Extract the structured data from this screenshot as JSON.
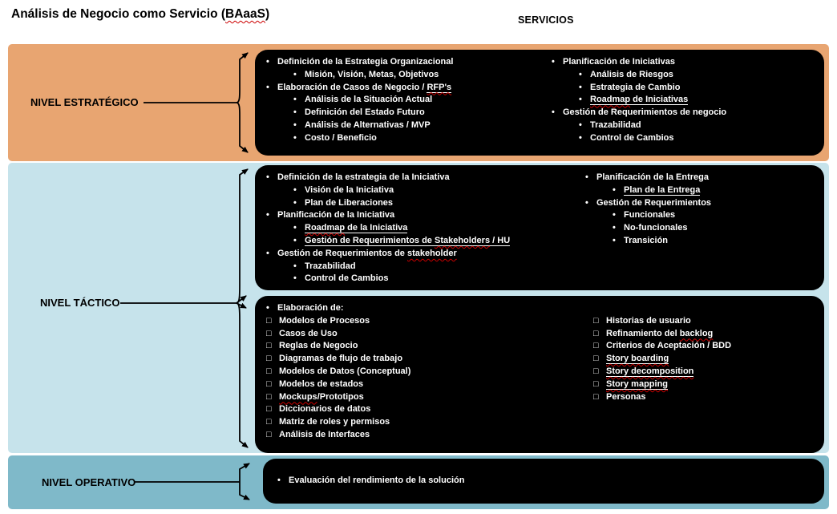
{
  "page": {
    "title_parts": [
      [
        "Análisis de Negocio como Servicio (",
        ""
      ],
      [
        "BAaaS",
        "sq"
      ],
      [
        ")",
        ""
      ]
    ],
    "header": "SERVICIOS"
  },
  "glyphs": {
    "bullet": "•",
    "checkbox": "□"
  },
  "colors": {
    "strategic_band": "#E8A571",
    "tactical_band": "#C6E3EB",
    "operational_band": "#7FB9C9",
    "box_bg": "#000000",
    "box_text": "#FFFFFF",
    "squiggle": "#CC0000",
    "connector": "#000000"
  },
  "levels": [
    {
      "label": "NIVEL ESTRATÉGICO",
      "boxes": [
        {
          "columns": [
            {
              "items": [
                {
                  "b": 1,
                  "t": [
                    [
                      "Definición de la Estrategia Organizacional",
                      ""
                    ]
                  ]
                },
                {
                  "b": 2,
                  "t": [
                    [
                      "Misión, Visión, Metas, Objetivos",
                      ""
                    ]
                  ]
                },
                {
                  "b": 1,
                  "t": [
                    [
                      "Elaboración de Casos de Negocio / ",
                      ""
                    ],
                    [
                      "RFP's",
                      "u sq"
                    ]
                  ]
                },
                {
                  "b": 2,
                  "t": [
                    [
                      "Análisis de la Situación Actual",
                      ""
                    ]
                  ]
                },
                {
                  "b": 2,
                  "t": [
                    [
                      "Definición del Estado Futuro",
                      ""
                    ]
                  ]
                },
                {
                  "b": 2,
                  "t": [
                    [
                      "Análisis de Alternativas / MVP",
                      ""
                    ]
                  ]
                },
                {
                  "b": 2,
                  "t": [
                    [
                      "Costo / Beneficio",
                      ""
                    ]
                  ]
                }
              ]
            },
            {
              "items": [
                {
                  "b": 1,
                  "t": [
                    [
                      "Planificación de Iniciativas",
                      ""
                    ]
                  ]
                },
                {
                  "b": 2,
                  "t": [
                    [
                      "Análisis de Riesgos",
                      ""
                    ]
                  ]
                },
                {
                  "b": 2,
                  "t": [
                    [
                      "Estrategia de Cambio",
                      ""
                    ]
                  ]
                },
                {
                  "b": 2,
                  "t": [
                    [
                      "Roadmap",
                      "u sq"
                    ],
                    [
                      " de Iniciativas",
                      "u"
                    ]
                  ]
                },
                {
                  "b": 1,
                  "t": [
                    [
                      "Gestión de Requerimientos de negocio",
                      ""
                    ]
                  ]
                },
                {
                  "b": 2,
                  "t": [
                    [
                      "Trazabilidad",
                      ""
                    ]
                  ]
                },
                {
                  "b": 2,
                  "t": [
                    [
                      "Control de Cambios",
                      ""
                    ]
                  ]
                }
              ]
            }
          ]
        }
      ]
    },
    {
      "label": "NIVEL TÁCTICO",
      "boxes": [
        {
          "columns": [
            {
              "items": [
                {
                  "b": 1,
                  "t": [
                    [
                      "Definición de la estrategia de la Iniciativa",
                      ""
                    ]
                  ]
                },
                {
                  "b": 2,
                  "t": [
                    [
                      "Visión de la Iniciativa",
                      ""
                    ]
                  ]
                },
                {
                  "b": 2,
                  "t": [
                    [
                      "Plan de Liberaciones",
                      ""
                    ]
                  ]
                },
                {
                  "b": 1,
                  "t": [
                    [
                      "Planificación de la Iniciativa",
                      ""
                    ]
                  ]
                },
                {
                  "b": 2,
                  "t": [
                    [
                      "Roadmap",
                      "u sq"
                    ],
                    [
                      " de la Iniciativa",
                      "u"
                    ]
                  ]
                },
                {
                  "b": 2,
                  "t": [
                    [
                      "Gestión de Requerimientos de ",
                      "u"
                    ],
                    [
                      "Stakeholders",
                      "u sq"
                    ],
                    [
                      " / HU",
                      "u"
                    ]
                  ]
                },
                {
                  "b": 1,
                  "t": [
                    [
                      "Gestión de Requerimientos de ",
                      ""
                    ],
                    [
                      "stakeholder",
                      "sq"
                    ]
                  ]
                },
                {
                  "b": 2,
                  "t": [
                    [
                      "Trazabilidad",
                      ""
                    ]
                  ]
                },
                {
                  "b": 2,
                  "t": [
                    [
                      "Control de Cambios",
                      ""
                    ]
                  ]
                }
              ]
            },
            {
              "items": [
                {
                  "b": 1,
                  "t": [
                    [
                      "Planificación de la Entrega",
                      ""
                    ]
                  ]
                },
                {
                  "b": 2,
                  "t": [
                    [
                      "Plan de la Entrega",
                      "u"
                    ]
                  ]
                },
                {
                  "b": 1,
                  "t": [
                    [
                      "Gestión de Requerimientos",
                      ""
                    ]
                  ]
                },
                {
                  "b": 2,
                  "t": [
                    [
                      "Funcionales",
                      ""
                    ]
                  ]
                },
                {
                  "b": 2,
                  "t": [
                    [
                      "No-funcionales",
                      ""
                    ]
                  ]
                },
                {
                  "b": 2,
                  "t": [
                    [
                      "Transición",
                      ""
                    ]
                  ]
                }
              ]
            }
          ]
        },
        {
          "header": {
            "items": [
              {
                "b": 1,
                "t": [
                  [
                    "Elaboración de:",
                    ""
                  ]
                ]
              }
            ]
          },
          "columns": [
            {
              "items": [
                {
                  "b": "c",
                  "t": [
                    [
                      "Modelos de Procesos",
                      ""
                    ]
                  ]
                },
                {
                  "b": "c",
                  "t": [
                    [
                      "Casos de Uso",
                      ""
                    ]
                  ]
                },
                {
                  "b": "c",
                  "t": [
                    [
                      "Reglas de Negocio",
                      ""
                    ]
                  ]
                },
                {
                  "b": "c",
                  "t": [
                    [
                      "Diagramas de flujo de trabajo",
                      ""
                    ]
                  ]
                },
                {
                  "b": "c",
                  "t": [
                    [
                      "Modelos de Datos (Conceptual)",
                      ""
                    ]
                  ]
                },
                {
                  "b": "c",
                  "t": [
                    [
                      "Modelos de estados",
                      ""
                    ]
                  ]
                },
                {
                  "b": "c",
                  "t": [
                    [
                      "Mockups",
                      "sq"
                    ],
                    [
                      "/Prototipos",
                      ""
                    ]
                  ]
                },
                {
                  "b": "c",
                  "t": [
                    [
                      "Diccionarios de datos",
                      ""
                    ]
                  ]
                },
                {
                  "b": "c",
                  "t": [
                    [
                      "Matriz de roles y permisos",
                      ""
                    ]
                  ]
                },
                {
                  "b": "c",
                  "t": [
                    [
                      "Análisis de Interfaces",
                      ""
                    ]
                  ]
                }
              ]
            },
            {
              "items": [
                {
                  "b": "c",
                  "t": [
                    [
                      "Historias de usuario",
                      ""
                    ]
                  ]
                },
                {
                  "b": "c",
                  "t": [
                    [
                      "Refinamiento del ",
                      ""
                    ],
                    [
                      "backlog",
                      "sq"
                    ]
                  ]
                },
                {
                  "b": "c",
                  "t": [
                    [
                      "Criterios de Aceptación / BDD",
                      ""
                    ]
                  ]
                },
                {
                  "b": "c",
                  "t": [
                    [
                      "Story boarding",
                      "u sq"
                    ]
                  ]
                },
                {
                  "b": "c",
                  "t": [
                    [
                      "Story decomposition",
                      "u sq"
                    ]
                  ]
                },
                {
                  "b": "c",
                  "t": [
                    [
                      "Story mapping",
                      "u sq"
                    ]
                  ]
                },
                {
                  "b": "c",
                  "t": [
                    [
                      "Personas",
                      ""
                    ]
                  ]
                }
              ]
            }
          ]
        }
      ]
    },
    {
      "label": "NIVEL OPERATIVO",
      "boxes": [
        {
          "columns": [
            {
              "items": [
                {
                  "b": 1,
                  "t": [
                    [
                      "Evaluación del rendimiento de la solución",
                      ""
                    ]
                  ]
                }
              ]
            }
          ]
        }
      ]
    }
  ]
}
